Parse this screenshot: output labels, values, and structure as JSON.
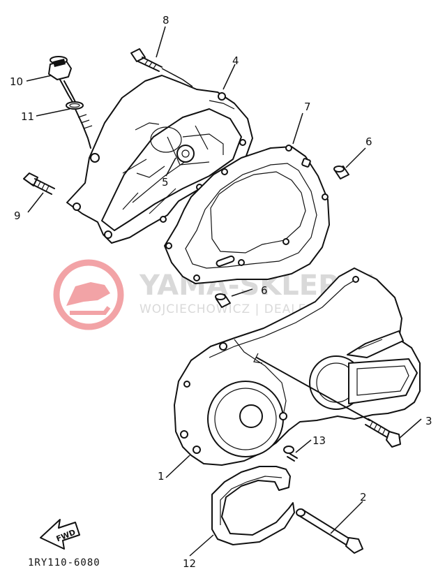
{
  "watermark": {
    "title": "YAMA-SKLEP.PL",
    "subtitle": "WOJCIECHOWICZ | DEALER YAMAHA",
    "logo_color": "#e8585e"
  },
  "diagram_code": "1RY110-6080",
  "fwd_label": "FWD",
  "callouts": [
    "1",
    "2",
    "3",
    "4",
    "5",
    "6",
    "6",
    "7",
    "8",
    "9",
    "10",
    "11",
    "12",
    "13"
  ]
}
